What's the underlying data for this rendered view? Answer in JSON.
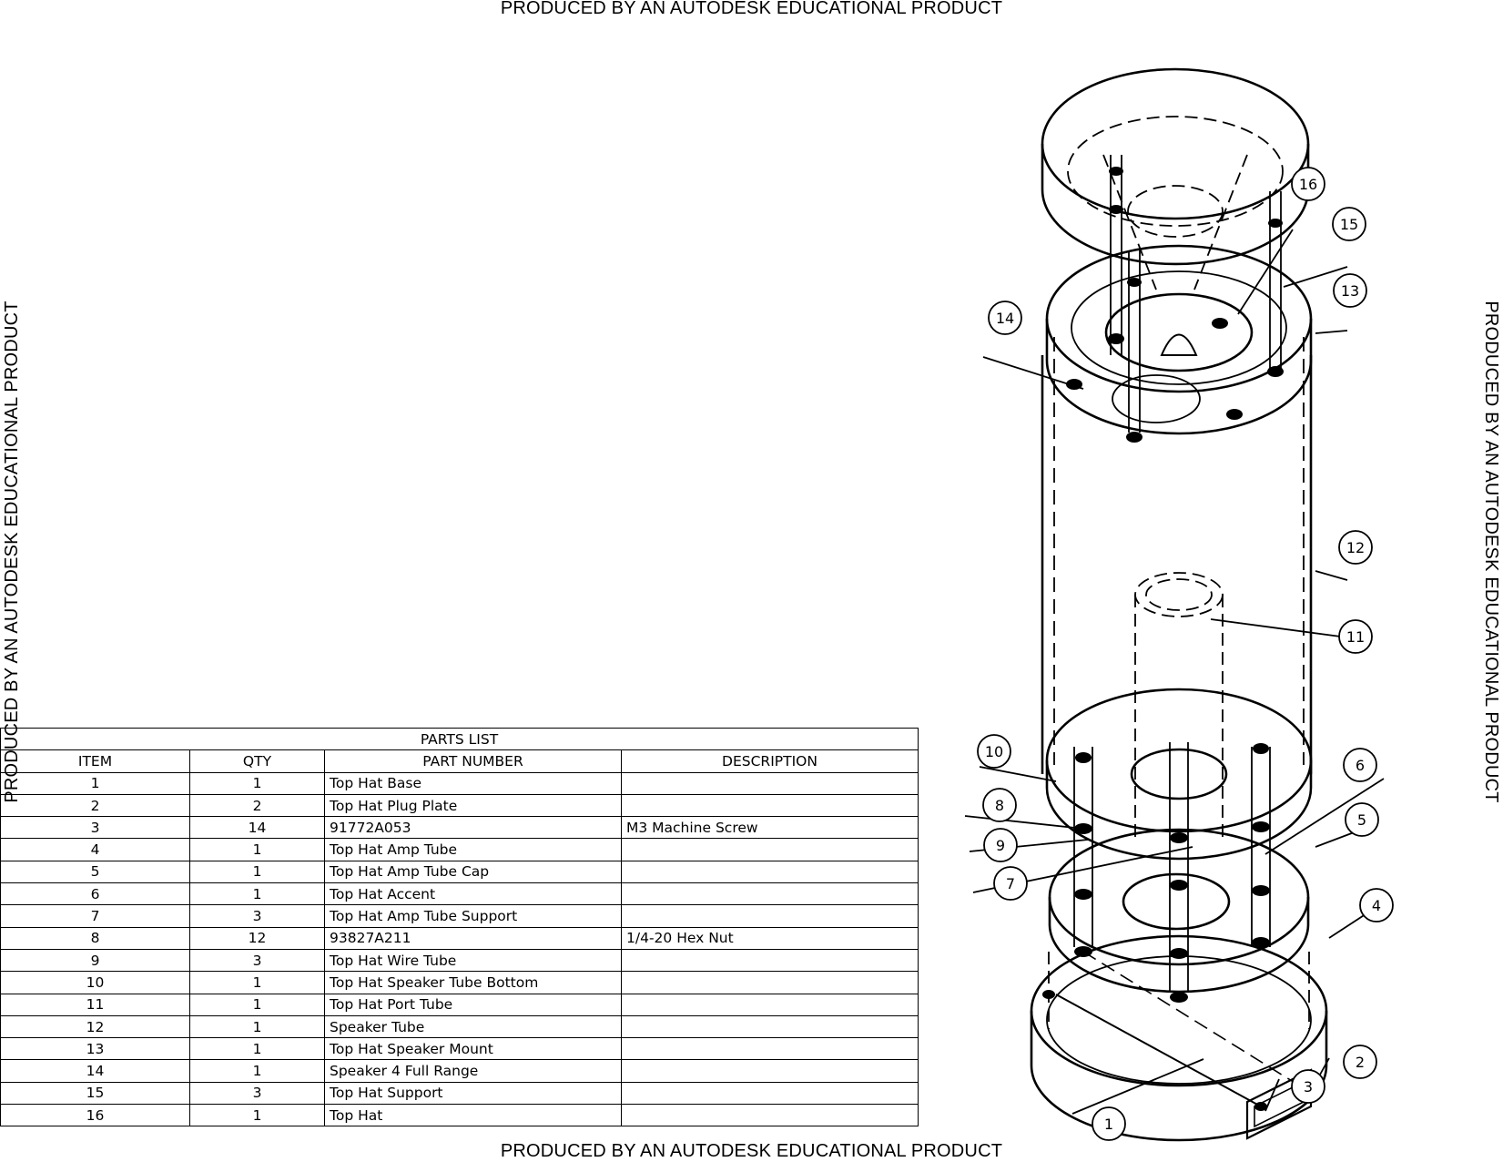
{
  "watermark": {
    "top": "PRODUCED BY AN AUTODESK EDUCATIONAL PRODUCT",
    "bottom": "PRODUCED BY AN AUTODESK EDUCATIONAL PRODUCT",
    "left": "PRODUCED BY AN AUTODESK EDUCATIONAL PRODUCT",
    "right": "PRODUCED BY AN AUTODESK EDUCATIONAL PRODUCT"
  },
  "parts_list": {
    "title": "PARTS LIST",
    "headers": [
      "ITEM",
      "QTY",
      "PART NUMBER",
      "DESCRIPTION"
    ],
    "rows": [
      {
        "item": "1",
        "qty": "1",
        "part_number": "Top Hat Base",
        "description": ""
      },
      {
        "item": "2",
        "qty": "2",
        "part_number": "Top Hat Plug Plate",
        "description": ""
      },
      {
        "item": "3",
        "qty": "14",
        "part_number": "91772A053",
        "description": "M3 Machine Screw"
      },
      {
        "item": "4",
        "qty": "1",
        "part_number": "Top Hat Amp Tube",
        "description": ""
      },
      {
        "item": "5",
        "qty": "1",
        "part_number": "Top Hat Amp Tube Cap",
        "description": ""
      },
      {
        "item": "6",
        "qty": "1",
        "part_number": "Top Hat Accent",
        "description": ""
      },
      {
        "item": "7",
        "qty": "3",
        "part_number": "Top Hat Amp Tube Support",
        "description": ""
      },
      {
        "item": "8",
        "qty": "12",
        "part_number": "93827A211",
        "description": "1/4-20 Hex Nut"
      },
      {
        "item": "9",
        "qty": "3",
        "part_number": "Top Hat Wire Tube",
        "description": ""
      },
      {
        "item": "10",
        "qty": "1",
        "part_number": "Top Hat Speaker Tube Bottom",
        "description": ""
      },
      {
        "item": "11",
        "qty": "1",
        "part_number": "Top Hat Port Tube",
        "description": ""
      },
      {
        "item": "12",
        "qty": "1",
        "part_number": "Speaker Tube",
        "description": ""
      },
      {
        "item": "13",
        "qty": "1",
        "part_number": "Top Hat Speaker Mount",
        "description": ""
      },
      {
        "item": "14",
        "qty": "1",
        "part_number": "Speaker 4 Full Range",
        "description": ""
      },
      {
        "item": "15",
        "qty": "3",
        "part_number": "Top Hat Support",
        "description": ""
      },
      {
        "item": "16",
        "qty": "1",
        "part_number": "Top Hat",
        "description": ""
      }
    ]
  },
  "balloons": [
    "1",
    "2",
    "3",
    "4",
    "5",
    "6",
    "7",
    "8",
    "9",
    "10",
    "11",
    "12",
    "13",
    "14",
    "15",
    "16"
  ]
}
